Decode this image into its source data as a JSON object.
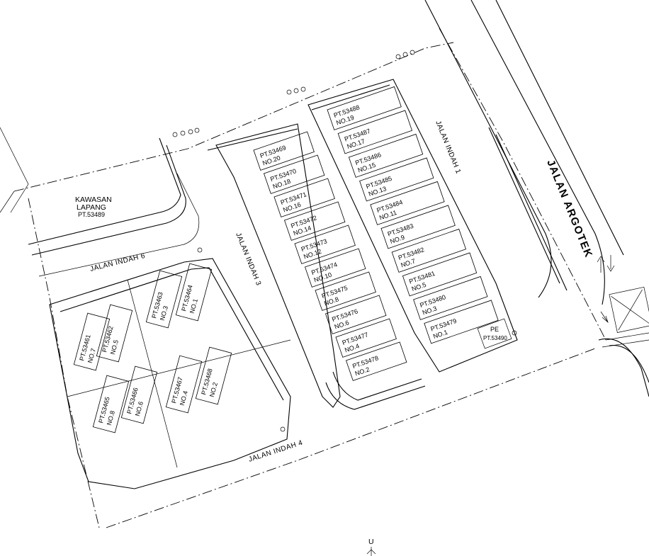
{
  "open_space": {
    "title": "KAWASAN",
    "subtitle": "LAPANG",
    "lot": "PT.53489"
  },
  "roads": {
    "jalan_indah_1": "JALAN INDAH 1",
    "jalan_indah_3": "JALAN INDAH 3",
    "jalan_indah_4": "JALAN INDAH 4",
    "jalan_indah_6": "JALAN INDAH 6",
    "jalan_argotek": "JALAN ARGOTEK"
  },
  "substation": {
    "code": "PE",
    "lot": "PT.53490"
  },
  "north_arrow": "U",
  "east_row_lots": [
    {
      "pt": "PT.53488",
      "no": "NO.19"
    },
    {
      "pt": "PT.53487",
      "no": "NO.17"
    },
    {
      "pt": "PT.53486",
      "no": "NO.15"
    },
    {
      "pt": "PT.53485",
      "no": "NO.13"
    },
    {
      "pt": "PT.53484",
      "no": "NO.11"
    },
    {
      "pt": "PT.53483",
      "no": "NO.9"
    },
    {
      "pt": "PT.53482",
      "no": "NO.7"
    },
    {
      "pt": "PT.53481",
      "no": "NO.5"
    },
    {
      "pt": "PT.53480",
      "no": "NO.3"
    },
    {
      "pt": "PT.53479",
      "no": "NO.1"
    }
  ],
  "west_row_lots": [
    {
      "pt": "PT.53469",
      "no": "NO.20"
    },
    {
      "pt": "PT.53470",
      "no": "NO.18"
    },
    {
      "pt": "PT.53471",
      "no": "NO.16"
    },
    {
      "pt": "PT.53472",
      "no": "NO.14"
    },
    {
      "pt": "PT.53473",
      "no": "NO.12"
    },
    {
      "pt": "PT.53474",
      "no": "NO.10"
    },
    {
      "pt": "PT.53475",
      "no": "NO.8"
    },
    {
      "pt": "PT.53476",
      "no": "NO.6"
    },
    {
      "pt": "PT.53477",
      "no": "NO.4"
    },
    {
      "pt": "PT.53478",
      "no": "NO.2"
    }
  ],
  "semi_d_lots": [
    {
      "pt": "PT.53461",
      "no": "NO.7"
    },
    {
      "pt": "PT.53462",
      "no": "NO.5"
    },
    {
      "pt": "PT.53463",
      "no": "NO.3"
    },
    {
      "pt": "PT.53464",
      "no": "NO.1"
    },
    {
      "pt": "PT.53465",
      "no": "NO.8"
    },
    {
      "pt": "PT.53466",
      "no": "NO.6"
    },
    {
      "pt": "PT.53467",
      "no": "NO.4"
    },
    {
      "pt": "PT.53468",
      "no": "NO.2"
    }
  ]
}
